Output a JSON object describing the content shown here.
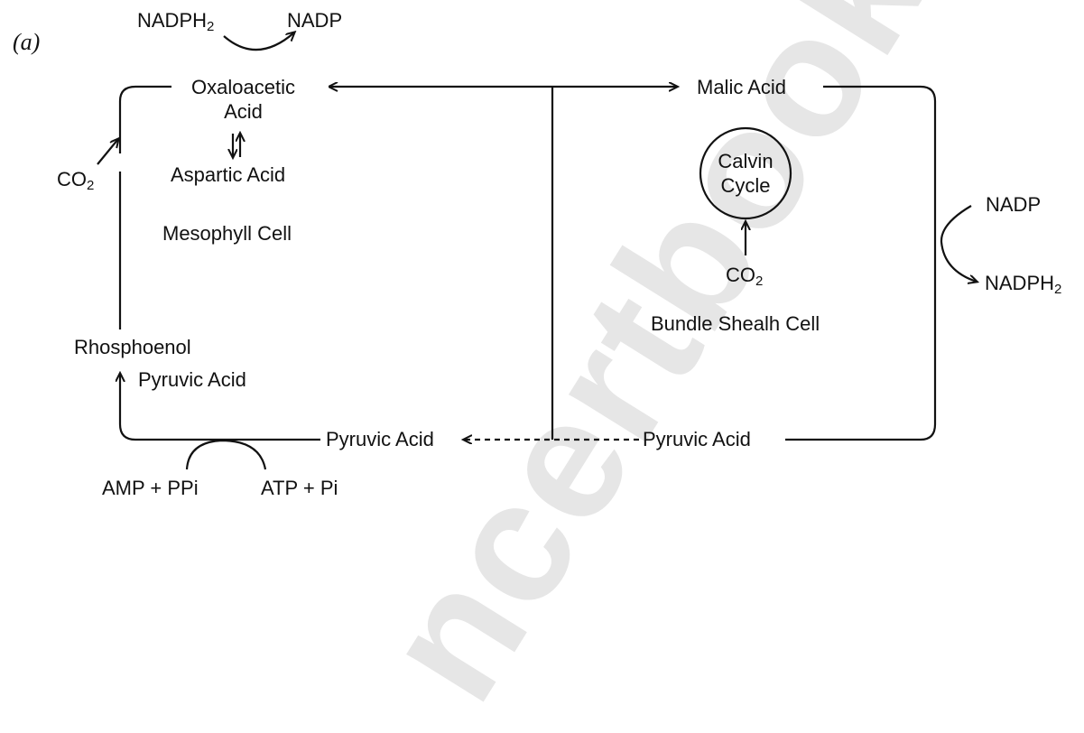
{
  "panel_label": "(a)",
  "watermark": "ncertbooks.",
  "mesophyll": {
    "nadph2_top": "NADPH",
    "nadph2_top_sub": "2",
    "nadp_top": "NADP",
    "oaa_line1": "Oxaloacetic",
    "oaa_line2": "Acid",
    "aspartic": "Aspartic Acid",
    "co2_left": "CO",
    "co2_left_sub": "2",
    "cell_name": "Mesophyll Cell",
    "pep_line1": "Rhosphoenol",
    "pep_line2": "Pyruvic Acid",
    "pyruvic": "Pyruvic Acid",
    "amp_ppi": "AMP + PPi",
    "atp_pi": "ATP + Pi"
  },
  "bundle_sheath": {
    "malic": "Malic Acid",
    "calvin_line1": "Calvin",
    "calvin_line2": "Cycle",
    "co2": "CO",
    "co2_sub": "2",
    "cell_name": "Bundle Shealh Cell",
    "pyruvic": "Pyruvic Acid",
    "nadp_right": "NADP",
    "nadph2_right": "NADPH",
    "nadph2_right_sub": "2"
  },
  "colors": {
    "ink": "#111111",
    "watermark": "#e6e6e6"
  }
}
